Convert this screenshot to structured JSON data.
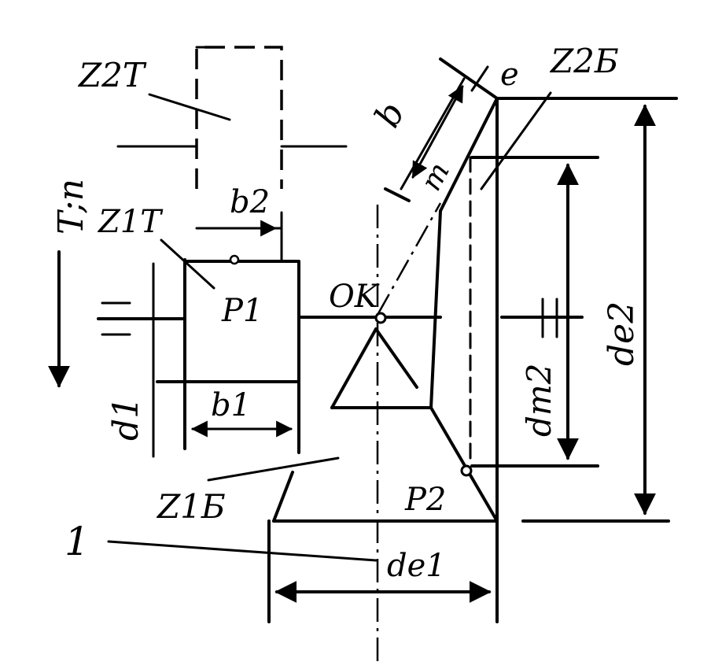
{
  "labels": {
    "z2t": "Z2T",
    "z1t": "Z1T",
    "z2b": "Z2Б",
    "z1b": "Z1Б",
    "tn": "T;n",
    "b2": "b2",
    "b1": "b1",
    "b": "b",
    "m": "m",
    "e": "e",
    "p1": "P1",
    "p2": "P2",
    "ok": "OK",
    "d1": "d1",
    "de1": "de1",
    "de2": "de2",
    "dm2": "dm2",
    "one": "1"
  },
  "colors": {
    "ink": "#000000",
    "paper": "#ffffff"
  }
}
